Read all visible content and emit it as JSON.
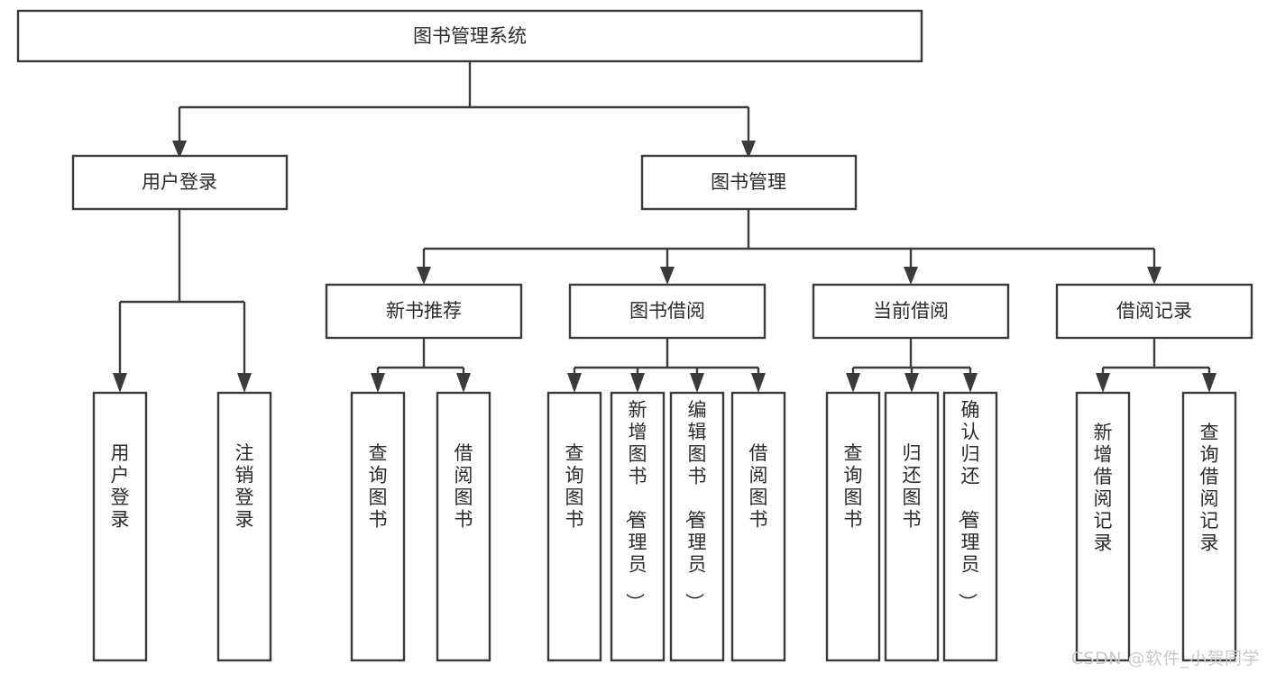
{
  "diagram": {
    "type": "tree",
    "title": "图书管理系统",
    "watermark": "CSDN @软件_小贺同学",
    "colors": {
      "stroke": "#3b3b3b",
      "box_fill": "#ffffff",
      "text": "#2b2b2b",
      "background": "#ffffff",
      "watermark": "#c9c9c9"
    },
    "root": {
      "label": "图书管理系统"
    },
    "level2": [
      {
        "label": "用户登录"
      },
      {
        "label": "图书管理"
      }
    ],
    "level3": [
      {
        "label": "新书推荐"
      },
      {
        "label": "图书借阅"
      },
      {
        "label": "当前借阅"
      },
      {
        "label": "借阅记录"
      }
    ],
    "leaves": {
      "user_login": [
        {
          "label": "用户登录"
        },
        {
          "label": "注销登录"
        }
      ],
      "new_book_recommend": [
        {
          "label": "查询图书"
        },
        {
          "label": "借阅图书"
        }
      ],
      "book_borrow": [
        {
          "label": "查询图书"
        },
        {
          "label": "新增图书（管理员）"
        },
        {
          "label": "编辑图书（管理员）"
        },
        {
          "label": "借阅图书"
        }
      ],
      "current_borrow": [
        {
          "label": "查询图书"
        },
        {
          "label": "归还图书"
        },
        {
          "label": "确认归还（管理员）"
        }
      ],
      "borrow_record": [
        {
          "label": "新增借阅记录"
        },
        {
          "label": "查询借阅记录"
        }
      ]
    }
  }
}
